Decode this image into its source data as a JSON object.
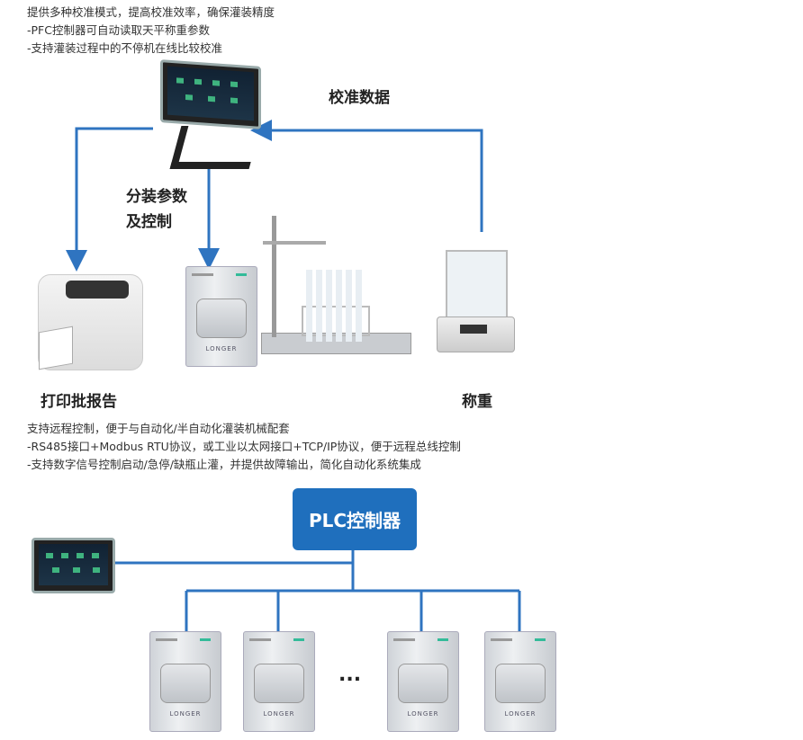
{
  "top_text": [
    "提供多种校准模式，提高校准效率，确保灌装精度",
    "-PFC控制器可自动读取天平称重参数",
    "-支持灌装过程中的不停机在线比较校准"
  ],
  "labels": {
    "calibration_data": "校准数据",
    "dispense_params_1": "分装参数",
    "dispense_params_2": "及控制",
    "print_report": "打印批报告",
    "weighing": "称重"
  },
  "mid_text": [
    "支持远程控制，便于与自动化/半自动化灌装机械配套",
    "-RS485接口+Modbus RTU协议，或工业以太网接口+TCP/IP协议，便于远程总线控制",
    "-支持数字信号控制启动/急停/缺瓶止灌，并提供故障输出，简化自动化系统集成"
  ],
  "plc_label": "PLC控制器",
  "pump_brand": "LONGER",
  "ellipsis": "...",
  "colors": {
    "arrow": "#2f74c0",
    "plc": "#1f6fbd"
  }
}
